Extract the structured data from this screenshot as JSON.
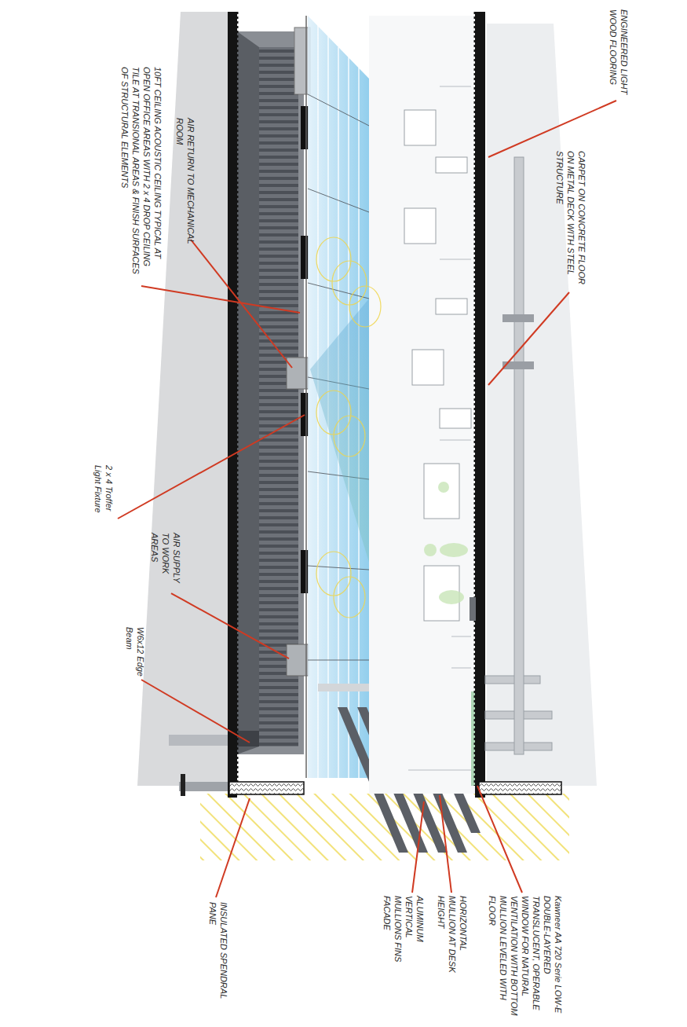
{
  "diagram": {
    "labels": [
      "10FT CEILING ACOUSTIC CEILING TYPICAL AT OPEN OFFICE AREAS WITH 2 x 4 DROP CEILING TILE AT TRANSIONAL AREAS & FINISH SURFACES OF STRUCTURAL ELEMENTS",
      "AIR RETURN TO MECHANICAL ROOM",
      "2 x 4 Troffer Light Fixture",
      "AIR SUPPLY TO WORK AREAS",
      "W6x12 Edge Beam",
      "INSULATED SPENDRAL PANE",
      "ALUMINUM VERTICAL MULLIONS FINS FACADE",
      "HORIZONTAL MULLION AT DESK HEIGHT",
      "Kawneer AA 720 Serie LOW-E DOUBLE-LAYERED TRANSLUCENT, OPERABLE WINDOW FOR NATURAL VENTILATION WITH BOTTOM MULLION LEVELED WITH FLOOR",
      "CARPET ON CONCRETE FLOOR ON METAL DECK WITH STEEL STRUCTURE",
      "ENGINEERED LIGHT WOOD FLOORING"
    ]
  }
}
